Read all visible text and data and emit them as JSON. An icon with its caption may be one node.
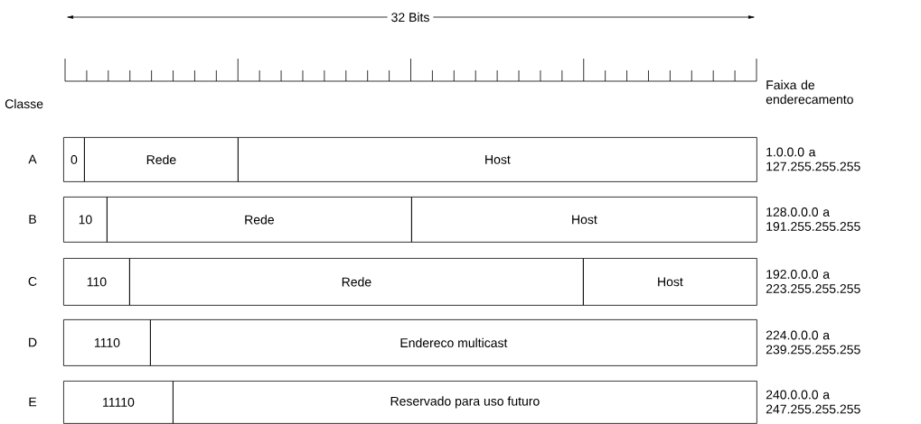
{
  "diagram": {
    "nodes": [
      {
        "text": [
          "0"
        ]
      },
      {
        "text": [
          "Rede"
        ]
      },
      {
        "text": [
          "Host"
        ]
      },
      {
        "text": [
          "10"
        ]
      },
      {
        "text": [
          "Rede"
        ]
      },
      {
        "text": [
          "Host"
        ]
      },
      {
        "text": [
          "110"
        ]
      },
      {
        "text": [
          "Rede"
        ]
      },
      {
        "text": [
          "Host"
        ]
      },
      {
        "text": [
          "1110"
        ]
      },
      {
        "text": [
          "Endereco multicast"
        ]
      },
      {
        "text": [
          "11110"
        ]
      },
      {
        "text": [
          "Reservado para uso futuro"
        ]
      }
    ],
    "labels": [
      "32 Bits",
      "Faixa de enderecamento",
      "Classe",
      "A",
      "1.0.0.0 a 127.255.255.255",
      "B",
      "128.0.0.0 a 191.255.255.255",
      "C",
      "192.0.0.0 a 223.255.255.255",
      "D",
      "224.0.0.0 a 239.255.255.255",
      "E",
      "240.0.0.0 a 247.255.255.255"
    ]
  }
}
